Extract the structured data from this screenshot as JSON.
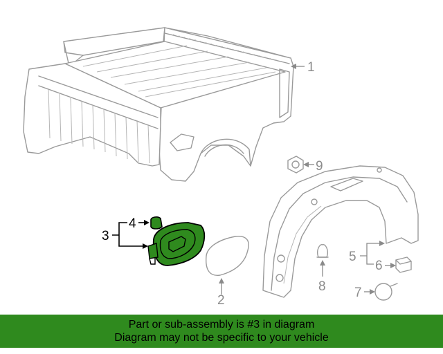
{
  "callouts": {
    "c1": "1",
    "c2": "2",
    "c3": "3",
    "c4": "4",
    "c5": "5",
    "c6": "6",
    "c7": "7",
    "c8": "8",
    "c9": "9"
  },
  "highlight_color": "#2f8a1e",
  "banner": {
    "line1": "Part or sub-assembly is #3 in diagram",
    "line2": "Diagram may not be specific to your vehicle"
  }
}
